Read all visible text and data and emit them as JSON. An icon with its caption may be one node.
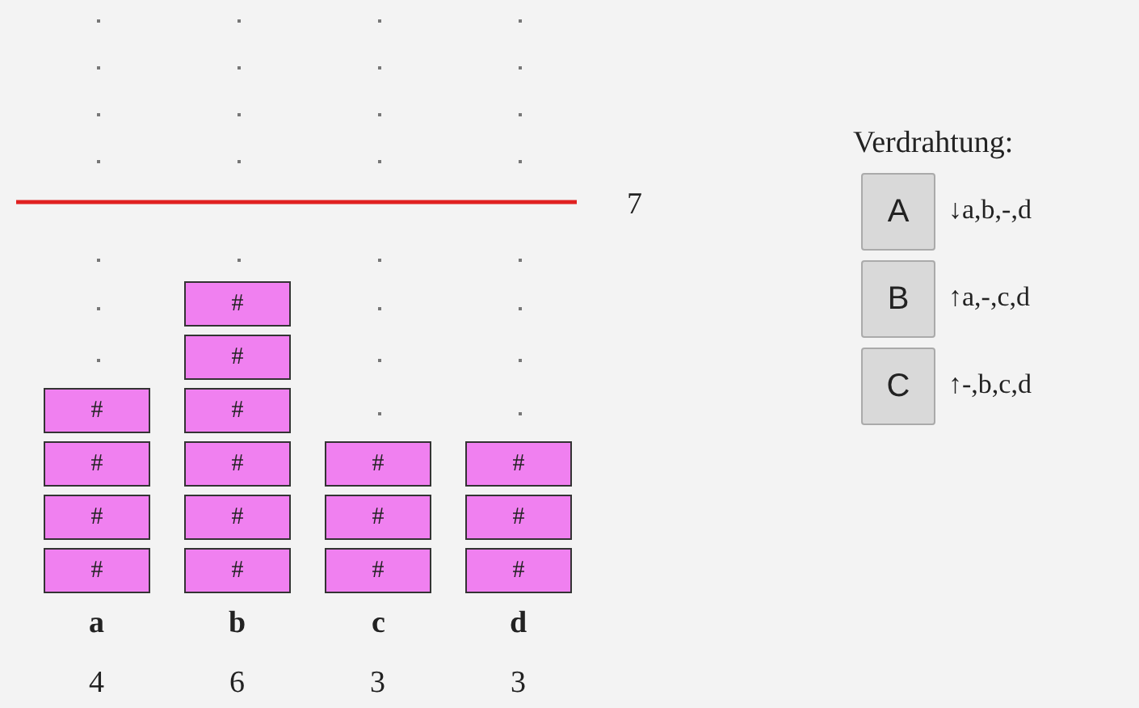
{
  "diagram": {
    "nodes": [
      {
        "text": [
          "#"
        ]
      },
      {
        "text": [
          "#"
        ]
      },
      {
        "text": [
          "#"
        ]
      },
      {
        "text": [
          "#"
        ]
      },
      {
        "text": [
          "#"
        ]
      },
      {
        "text": [
          "#"
        ]
      },
      {
        "text": [
          "#"
        ]
      },
      {
        "text": [
          "#"
        ]
      },
      {
        "text": [
          "#"
        ]
      },
      {
        "text": [
          "#"
        ]
      },
      {
        "text": [
          "#"
        ]
      },
      {
        "text": [
          "#"
        ]
      },
      {
        "text": [
          "#"
        ]
      },
      {
        "text": [
          "#"
        ]
      },
      {
        "text": [
          "#"
        ]
      },
      {
        "text": [
          "#"
        ]
      },
      {
        "text": [
          "A"
        ],
        "beside": [
          "↓a,b,-,d"
        ]
      },
      {
        "text": [
          "B"
        ],
        "beside": [
          "↑a,-,c,d"
        ]
      },
      {
        "text": [
          "C"
        ],
        "beside": [
          "↑-,b,c,d"
        ]
      }
    ],
    "labels": [
      "Verdrahtung:",
      "7",
      "a",
      "b",
      "c",
      "d",
      "4",
      "6",
      "3",
      "3"
    ]
  }
}
